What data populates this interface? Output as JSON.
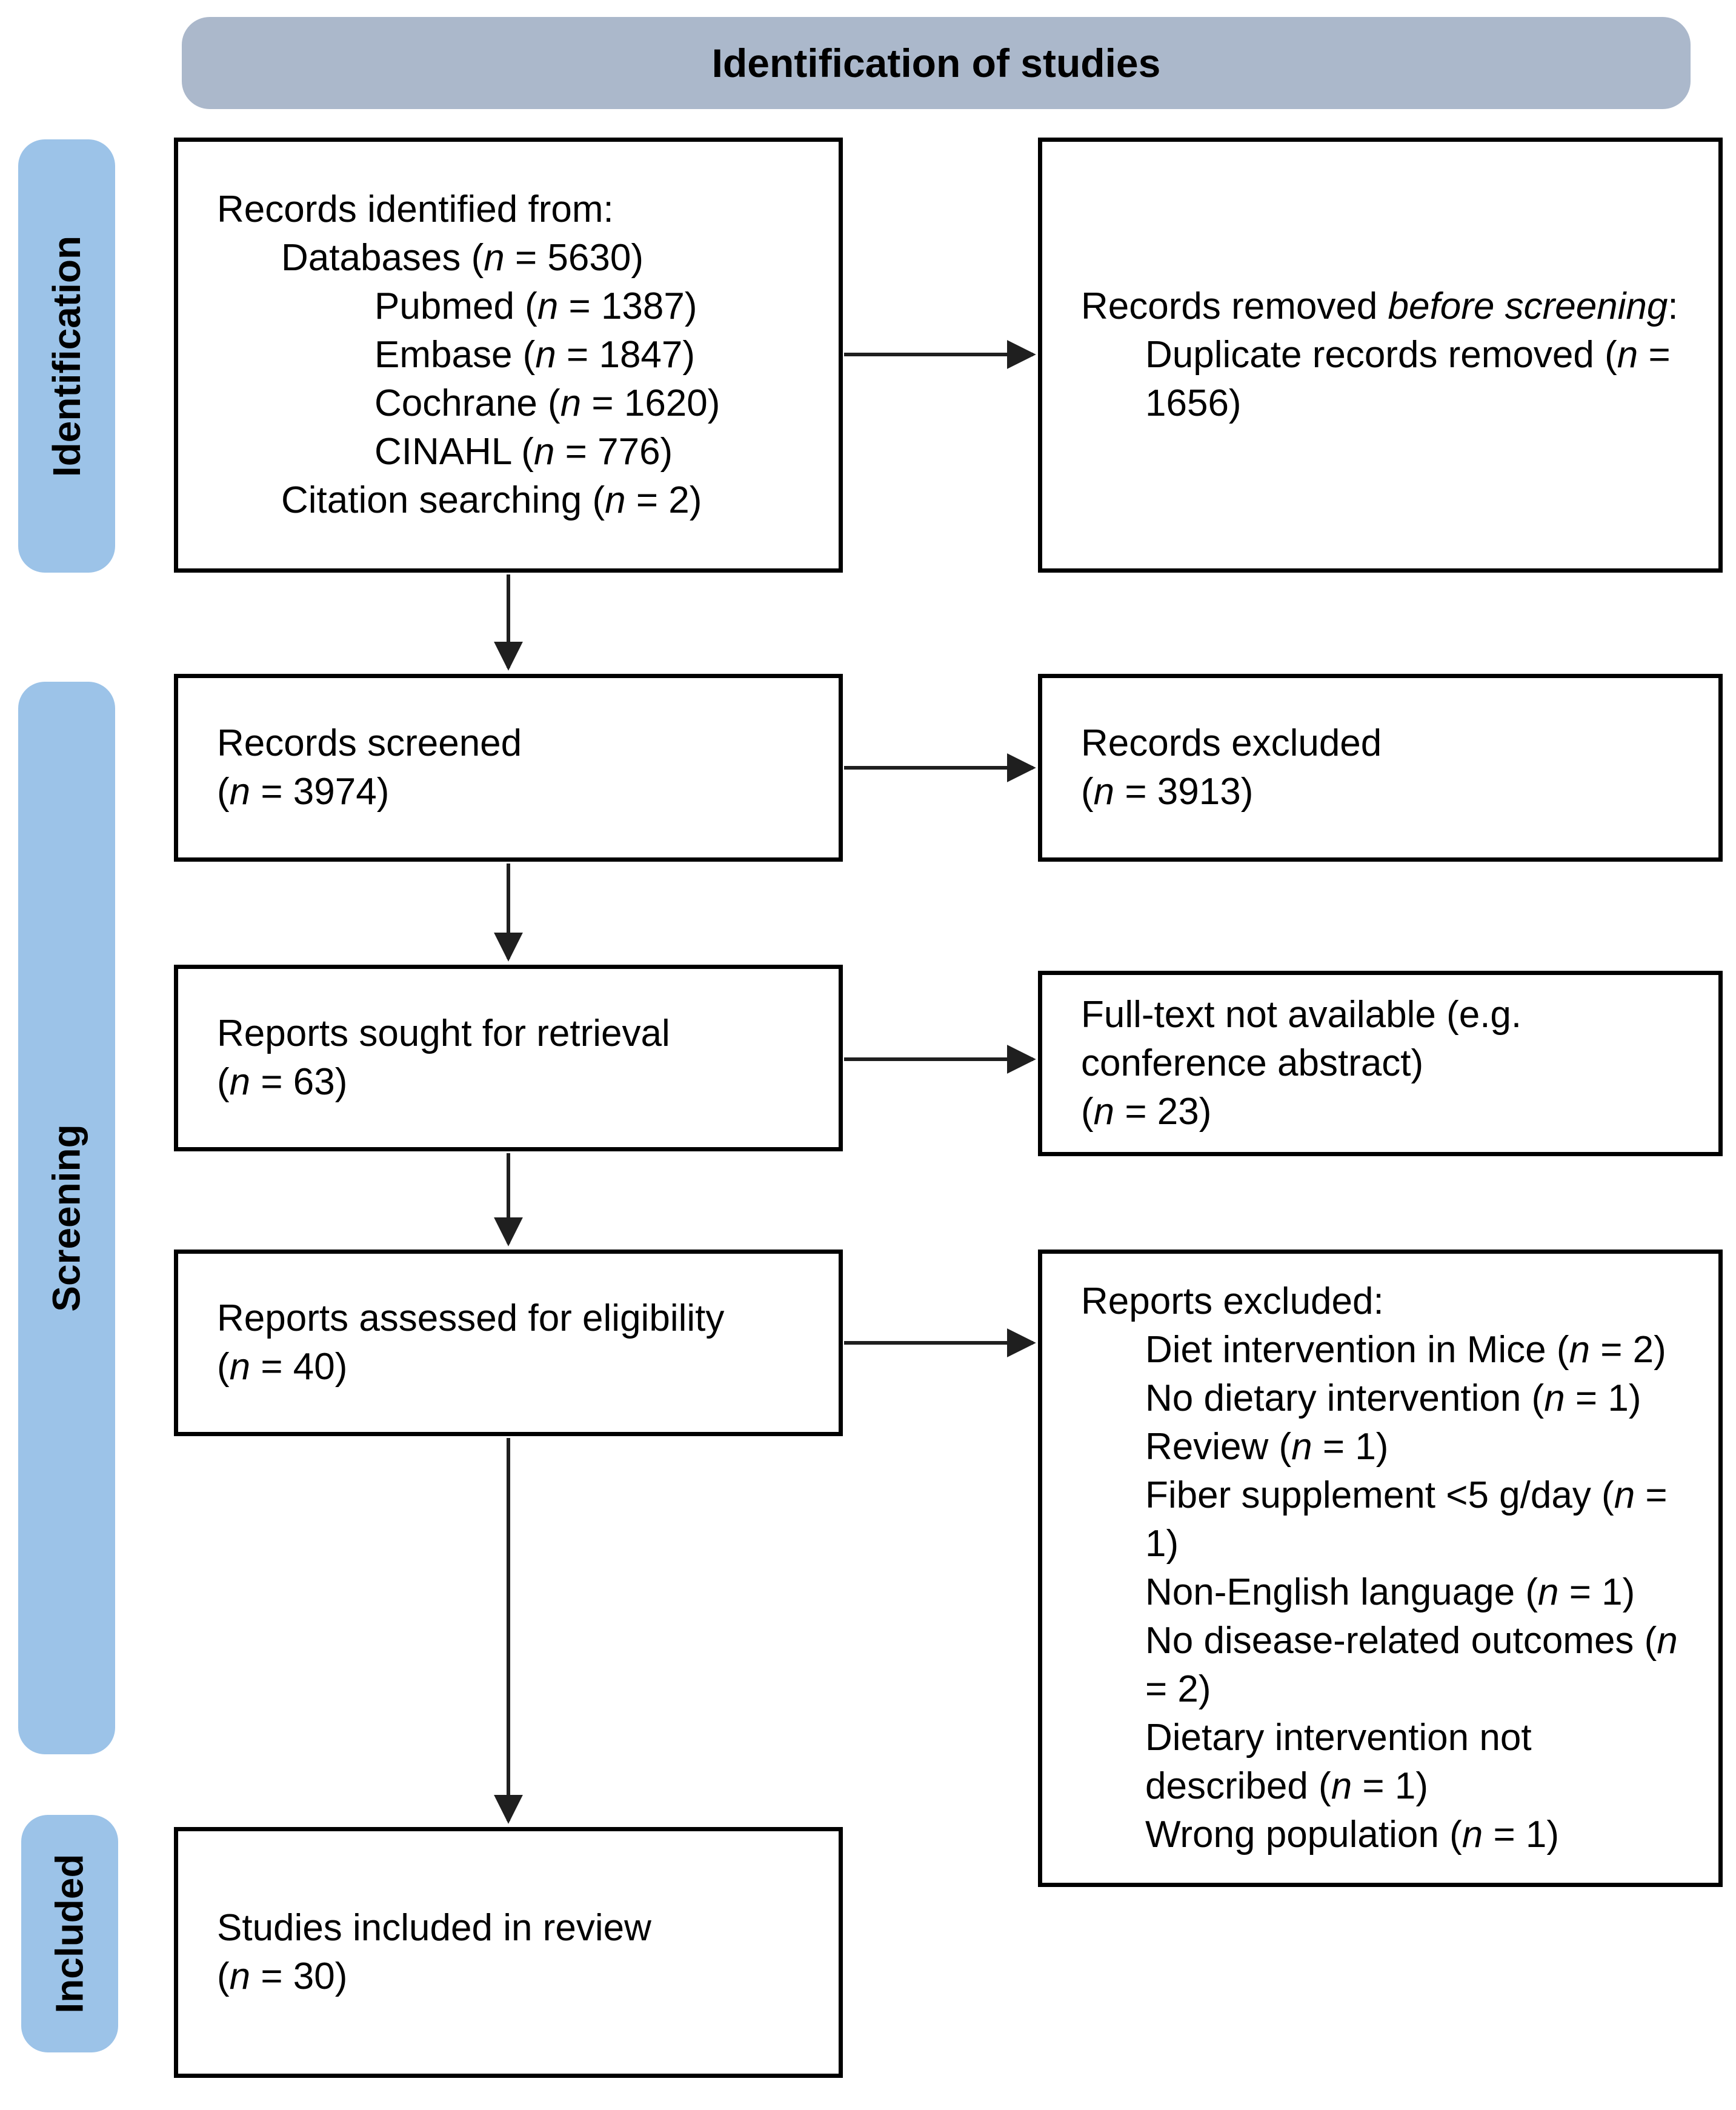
{
  "header": {
    "title": "Identification of studies"
  },
  "stages": [
    {
      "label": "Identification"
    },
    {
      "label": "Screening"
    },
    {
      "label": "Included"
    }
  ],
  "boxes": {
    "records_identified": {
      "lines": [
        {
          "text": "Records identified from:",
          "indent": 0
        },
        {
          "text": "Databases (*n* = 5630)",
          "indent": 1
        },
        {
          "text": "Pubmed (*n* = 1387)",
          "indent": 2
        },
        {
          "text": "Embase (*n* = 1847)",
          "indent": 2
        },
        {
          "text": "Cochrane (*n* = 1620)",
          "indent": 2
        },
        {
          "text": "CINAHL (*n* = 776)",
          "indent": 2
        },
        {
          "text": "Citation searching (*n* = 2)",
          "indent": 1
        }
      ]
    },
    "records_removed": {
      "lines": [
        {
          "text": "Records removed *before screening*:",
          "indent": 0
        },
        {
          "text": "Duplicate records removed (*n* = 1656)",
          "indent": 1
        }
      ]
    },
    "records_screened": {
      "lines": [
        {
          "text": "Records screened",
          "indent": 0
        },
        {
          "text": "(*n* = 3974)",
          "indent": 0
        }
      ]
    },
    "records_excluded": {
      "lines": [
        {
          "text": "Records excluded",
          "indent": 0
        },
        {
          "text": "(*n* = 3913)",
          "indent": 0
        }
      ]
    },
    "reports_sought": {
      "lines": [
        {
          "text": "Reports sought for retrieval",
          "indent": 0
        },
        {
          "text": "(*n* = 63)",
          "indent": 0
        }
      ]
    },
    "fulltext_not_available": {
      "lines": [
        {
          "text": "Full-text not available (e.g. conference abstract)",
          "indent": 0
        },
        {
          "text": "(*n* = 23)",
          "indent": 0
        }
      ]
    },
    "reports_assessed": {
      "lines": [
        {
          "text": "Reports assessed for eligibility",
          "indent": 0
        },
        {
          "text": "(*n* = 40)",
          "indent": 0
        }
      ]
    },
    "reports_excluded": {
      "lines": [
        {
          "text": "Reports excluded:",
          "indent": 0
        },
        {
          "text": "Diet intervention in Mice (*n* = 2)",
          "indent": 1
        },
        {
          "text": "No dietary intervention (*n* = 1)",
          "indent": 1
        },
        {
          "text": "Review (*n* = 1)",
          "indent": 1
        },
        {
          "text": "Fiber supplement <5 g/day (*n* = 1)",
          "indent": 1
        },
        {
          "text": "Non-English language (*n* = 1)",
          "indent": 1
        },
        {
          "text": "No disease-related outcomes (*n* = 2)",
          "indent": 1
        },
        {
          "text": "Dietary intervention not described (*n* = 1)",
          "indent": 1
        },
        {
          "text": "Wrong population (*n* = 1)",
          "indent": 1
        }
      ]
    },
    "studies_included": {
      "lines": [
        {
          "text": "Studies included in review",
          "indent": 0
        },
        {
          "text": "(*n* = 30)",
          "indent": 0
        }
      ]
    }
  },
  "colors": {
    "header_bg": "#ABB8CB",
    "stage_bg": "#9CC3E8",
    "box_bg": "#FFFFFF",
    "border": "#000000",
    "arrow": "#1F1F1F"
  }
}
